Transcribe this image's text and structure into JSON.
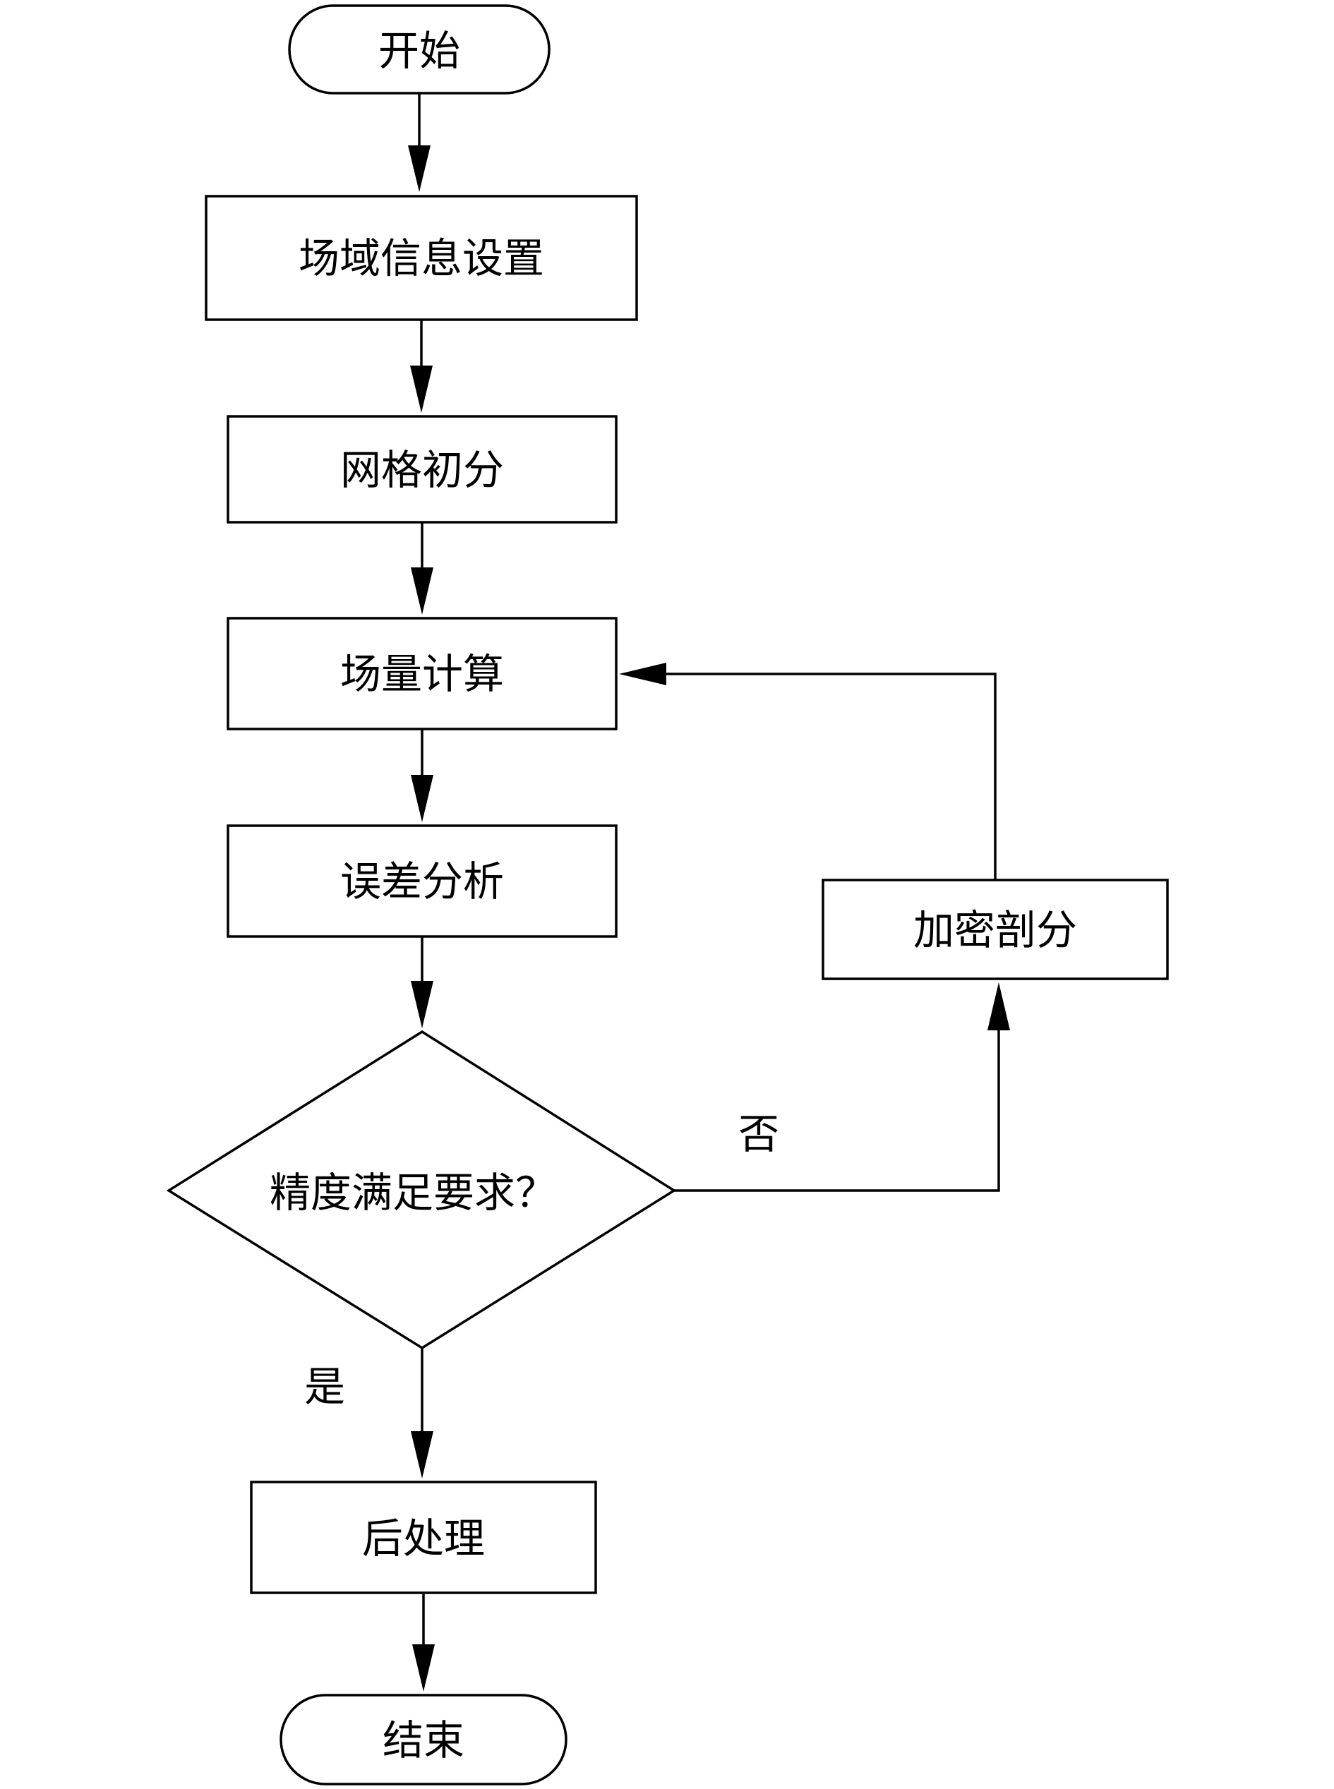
{
  "nodes": {
    "start": "开始",
    "field_setup": "场域信息设置",
    "mesh_init": "网格初分",
    "field_calc": "场量计算",
    "error_analysis": "误差分析",
    "refine": "加密剖分",
    "accuracy_check": "精度满足要求？",
    "post_process": "后处理",
    "end": "结束"
  },
  "edges": {
    "no_label": "否",
    "yes_label": "是"
  }
}
